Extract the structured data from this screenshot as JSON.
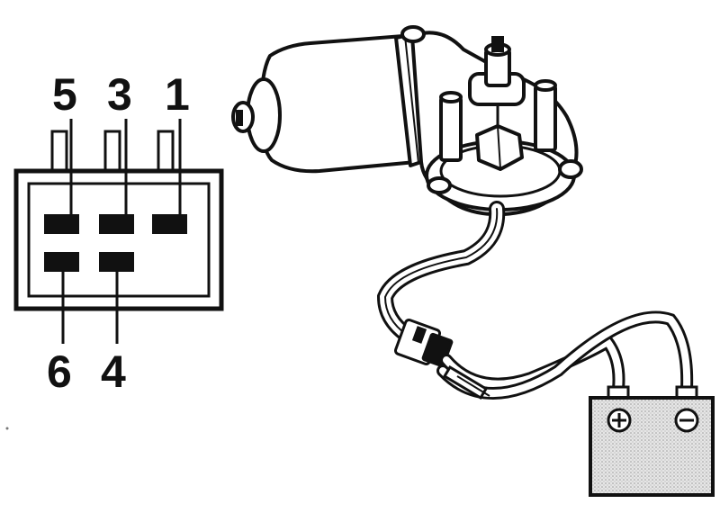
{
  "connector": {
    "top_labels": [
      "5",
      "3",
      "1"
    ],
    "bottom_labels": [
      "6",
      "4"
    ]
  },
  "battery": {
    "positive_symbol": "⊕",
    "negative_symbol": "⊖"
  },
  "colors": {
    "ink": "#111111",
    "background": "#ffffff",
    "battery_fill": "#d9d9d9"
  }
}
